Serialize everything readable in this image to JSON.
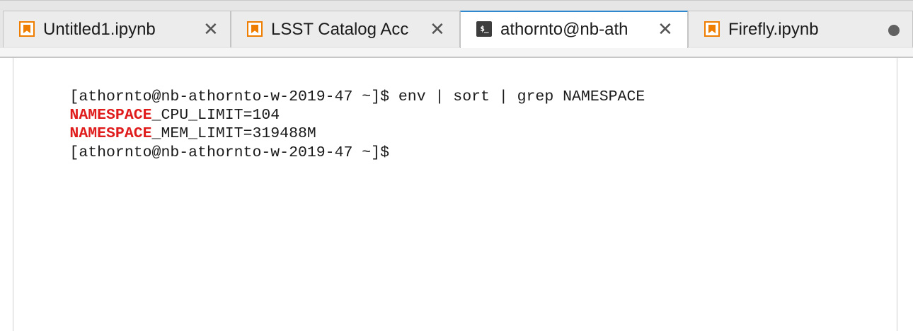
{
  "tabs": [
    {
      "label": "Untitled1.ipynb",
      "icon": "notebook-icon",
      "action": "close",
      "active": false
    },
    {
      "label": "LSST Catalog Acc",
      "icon": "notebook-icon",
      "action": "close",
      "active": false
    },
    {
      "label": "athornto@nb-ath",
      "icon": "terminal-icon",
      "action": "close",
      "active": true
    },
    {
      "label": "Firefly.ipynb",
      "icon": "notebook-icon",
      "action": "unsaved-dot",
      "active": false
    }
  ],
  "glyphs": {
    "close": "✕",
    "terminal_icon": "$_"
  },
  "terminal": {
    "lines": [
      {
        "text": "[athornto@nb-athornto-w-2019-47 ~]$ env | sort | grep NAMESPACE"
      },
      {
        "match": "NAMESPACE",
        "rest": "_CPU_LIMIT=104"
      },
      {
        "match": "NAMESPACE",
        "rest": "_MEM_LIMIT=319488M"
      },
      {
        "text": "[athornto@nb-athornto-w-2019-47 ~]$"
      }
    ]
  },
  "colors": {
    "accent": "#2e88cf",
    "notebook_icon": "#ef7d00",
    "grep_match": "#e01b1b"
  }
}
